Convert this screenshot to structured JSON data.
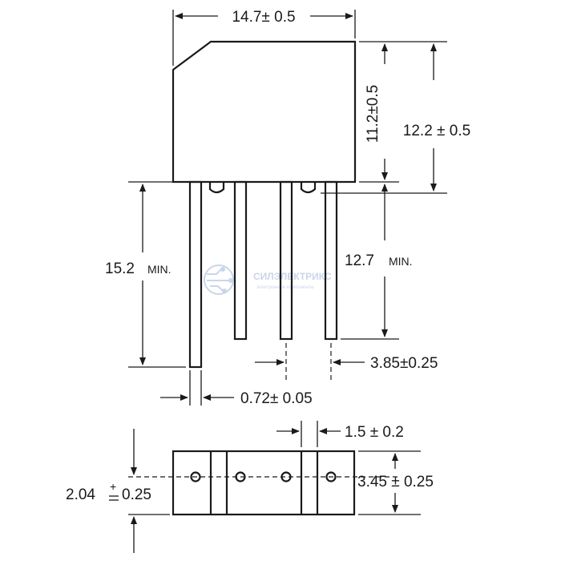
{
  "dimensions": {
    "body_width": "14.7± 0.5",
    "body_height_a": "11.2±0.5",
    "body_height_b": "12.2 ± 0.5",
    "lead_length_long": "15.2",
    "lead_length_long_suffix": "MIN.",
    "lead_length_short": "12.7",
    "lead_length_short_suffix": "MIN.",
    "lead_pitch": "3.85±0.25",
    "lead_width": "0.72± 0.05",
    "body_offset": "1.5 ± 0.2",
    "body_thickness": "3.45 ± 0.25",
    "lead_offset_value": "2.04",
    "lead_offset_tol": "0.25"
  },
  "watermark": {
    "title": "СИЛЭЛЕКТРИКС",
    "subtitle": "электронные компоненты"
  },
  "colors": {
    "line": "#1a1a1a",
    "watermark": "#c9d6ea"
  }
}
